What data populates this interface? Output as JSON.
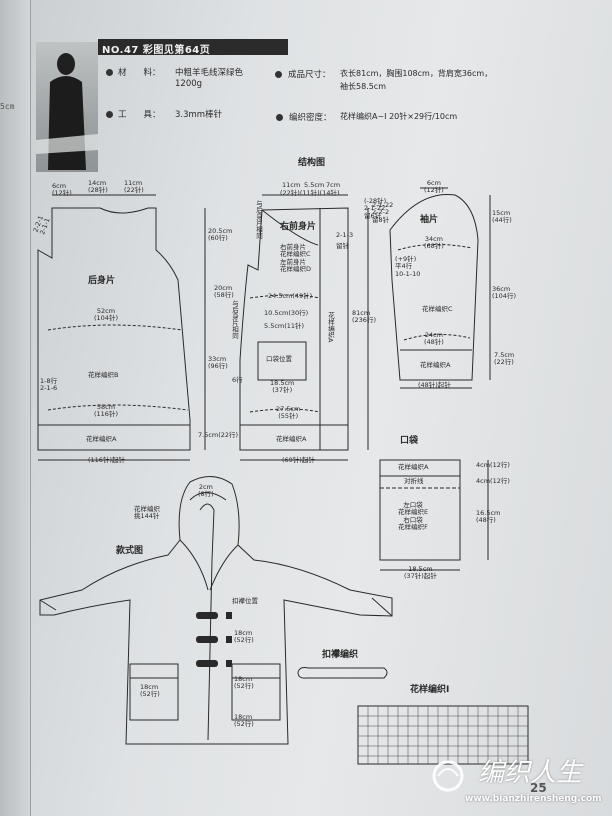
{
  "header": {
    "title": "NO.47  彩图见第64页"
  },
  "materials": {
    "label": "材　　料：",
    "value_line1": "中粗羊毛线深绿色",
    "value_line2": "1200g"
  },
  "size": {
    "label": "成品尺寸：",
    "value_line1": "衣长81cm，胸围108cm，背肩宽36cm，",
    "value_line2": "袖长58.5cm"
  },
  "tools": {
    "label": "工　　具：",
    "value": "3.3mm棒针"
  },
  "gauge": {
    "label": "编织密度：",
    "value": "花样编织A~I  20针×29行/10cm"
  },
  "edge_text": {
    "strip1": "5cm"
  },
  "sections": {
    "structure": "结构图",
    "style": "款式图",
    "pocket": "口袋",
    "buttonhole": "扣襻编织",
    "pattern": "花样编织Ⅰ"
  },
  "back": {
    "title": "后身片",
    "top_left": "6cm\n(12针)",
    "top_mid": "14cm\n(28针)",
    "top_right": "11cm\n(22针)",
    "armhole": "20.5cm\n(60行)",
    "width52": "52cm\n(104针)",
    "body_len": "33cm\n(96行)",
    "dec": "1-8行\n2-1-6",
    "patB": "花样编织B",
    "width58": "58cm\n(116针)",
    "patA": "花样编织A",
    "hem": "7.5cm(22行)",
    "cast": "(116针)起针",
    "neck_r": "2-2-1\n2-1-1"
  },
  "front": {
    "title": "右前身片",
    "top1": "11cm",
    "top2": "5.5cm",
    "top3": "7cm",
    "top_st": "(22针)(11针)(14针)",
    "front_pat": "右前身片\n花样编织C\n左前身片\n花样编织D",
    "band_note": "与后身片相同",
    "band_note2": "与后身片相同",
    "len20": "20cm\n(58行)",
    "w245": "24.5cm(49针)",
    "w105": "10.5cm(30行)",
    "w55": "5.5cm(11针)",
    "pocket_pos": "口袋位置",
    "w185": "18.5cm\n(37针)",
    "w275": "27.5cm\n(55针)",
    "patA": "花样编织A",
    "rows6": "6行",
    "cast": "(69针)起针",
    "band": "花样编织A",
    "total": "81cm\n(236行)",
    "neck_dec": "(-28针)\n2-1-22\n留6针",
    "neck_a": "2-1-3",
    "neck_b": "留针"
  },
  "sleeve": {
    "title": "袖片",
    "top": "6cm\n(12针)",
    "cap": "15cm\n(44行)",
    "cap_w": "34cm\n(68针)",
    "inc": "(+9针)\n平4行\n10-1-10",
    "len": "36cm\n(104行)",
    "patC": "花样编织C",
    "cuff_w": "24cm\n(48针)",
    "patA": "花样编织A",
    "cuff_h": "7.5cm\n(22行)",
    "cast": "(48针)起针",
    "cap_dec": "2-1-22\n2-2-2\n留8针"
  },
  "pocket": {
    "patA": "花样编织A",
    "fold": "对折线",
    "h1": "4cm(12行)",
    "h2": "4cm(12行)",
    "body": "左口袋\n花样编织E\n右口袋\n花样编织F",
    "h3": "16.5cm\n(48行)",
    "w": "18.5cm\n(37针)起针"
  },
  "style": {
    "hood_w": "2cm\n(8行)",
    "hood_pat": "花样编织\n挑144针",
    "clasp": "扣襻位置",
    "s18a": "18cm\n(52行)",
    "s18b": "18cm\n(52行)",
    "s18c": "18cm\n(52行)",
    "pocket_len": "18cm\n(52行)"
  },
  "watermark": {
    "brand": "编织人生",
    "url": "www.bianzhirensheng.com",
    "page": "25"
  }
}
